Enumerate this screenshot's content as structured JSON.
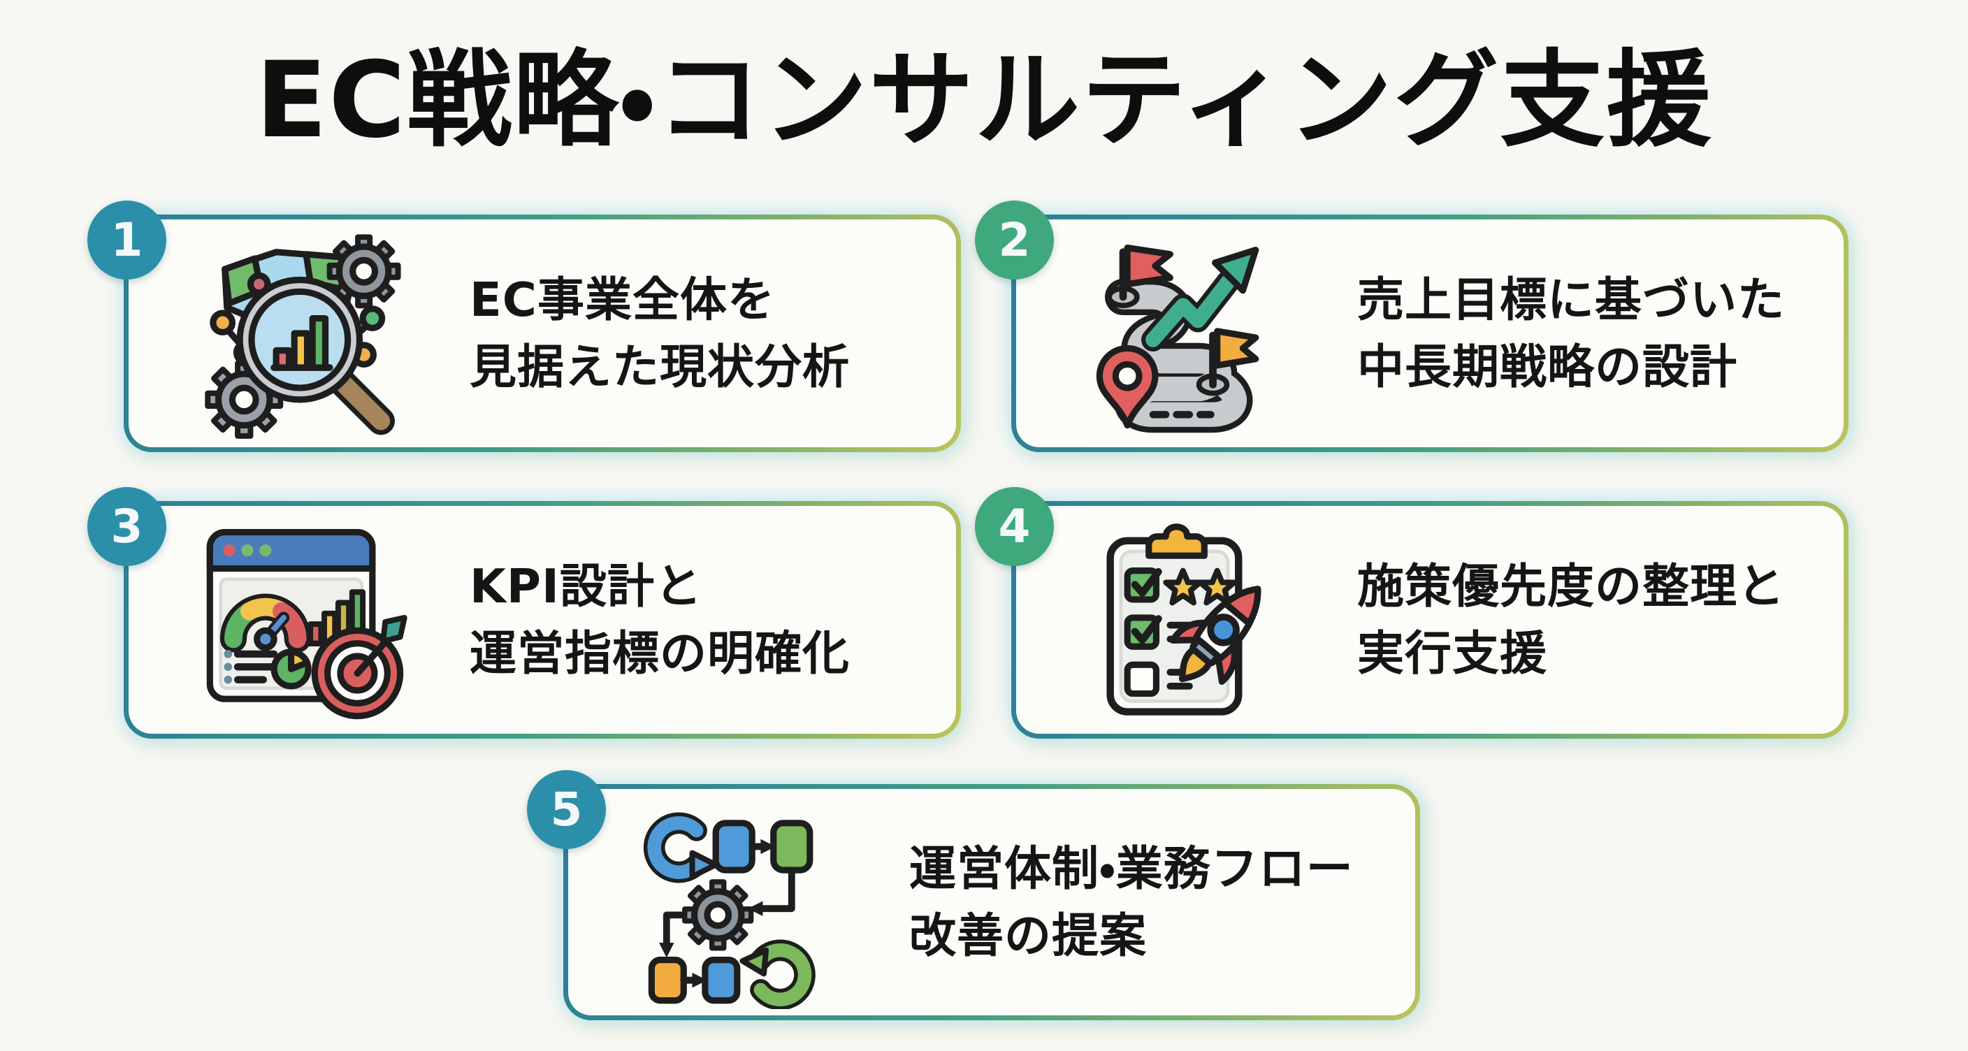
{
  "title": "EC戦略・コンサルティング支援",
  "colors": {
    "background": "#f7f7f3",
    "card_bg": "#fcfcf9",
    "text": "#141414",
    "badge_teal": "#2b8fa9",
    "badge_green": "#3fa87c",
    "border_left": "#2c7f96",
    "border_mid": "#3e9d84",
    "border_right": "#bcc35c"
  },
  "cards": [
    {
      "number": "1",
      "badge": "teal",
      "icon": "analysis-magnifier-icon",
      "lines": [
        "EC事業全体を",
        "見据えた現状分析"
      ]
    },
    {
      "number": "2",
      "badge": "green",
      "icon": "roadmap-growth-icon",
      "lines": [
        "売上目標に基づいた",
        "中長期戦略の設計"
      ]
    },
    {
      "number": "3",
      "badge": "teal",
      "icon": "kpi-dashboard-icon",
      "lines": [
        "KPI設計と",
        "運営指標の明確化"
      ]
    },
    {
      "number": "4",
      "badge": "green",
      "icon": "checklist-rocket-icon",
      "lines": [
        "施策優先度の整理と",
        "実行支援"
      ]
    },
    {
      "number": "5",
      "badge": "teal",
      "icon": "workflow-improvement-icon",
      "lines": [
        "運営体制・業務フロー",
        "改善の提案"
      ]
    }
  ]
}
